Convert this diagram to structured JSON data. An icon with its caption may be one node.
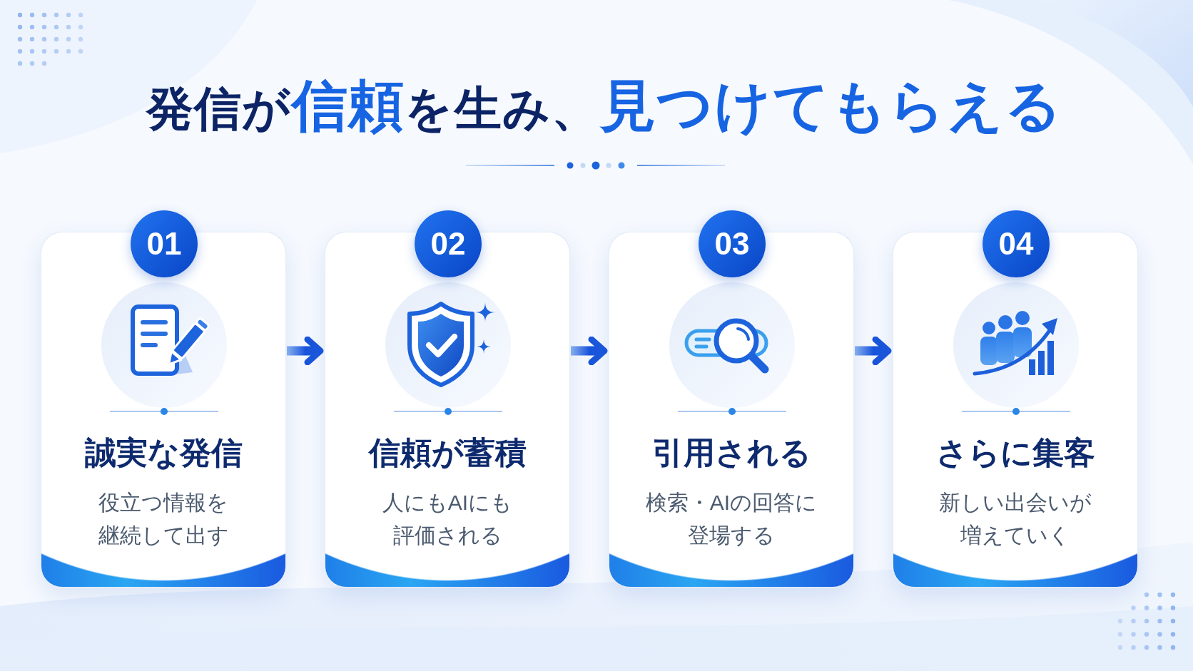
{
  "diagram": {
    "title": "発信が**信頼**を生み、**見つけてもらえる**",
    "nodes": [
      {
        "text": [
          "01"
        ]
      },
      {
        "text": [
          "誠実な発信",
          "役立つ情報を継続して出す"
        ]
      },
      {
        "text": [
          "02"
        ]
      },
      {
        "text": [
          "信頼が蓄積",
          "人にもAIにも評価される"
        ]
      },
      {
        "text": [
          "03"
        ]
      },
      {
        "text": [
          "引用される",
          "検索・AIの回答に登場する"
        ]
      },
      {
        "text": [
          "04"
        ]
      },
      {
        "text": [
          "さらに集客",
          "新しい出会いが増えていく"
        ]
      }
    ],
    "edges": [
      {
        "from": 1,
        "to": 3,
        "arrow": "to"
      },
      {
        "from": 3,
        "to": 5,
        "arrow": "to"
      },
      {
        "from": 5,
        "to": 7,
        "arrow": "to"
      }
    ]
  }
}
